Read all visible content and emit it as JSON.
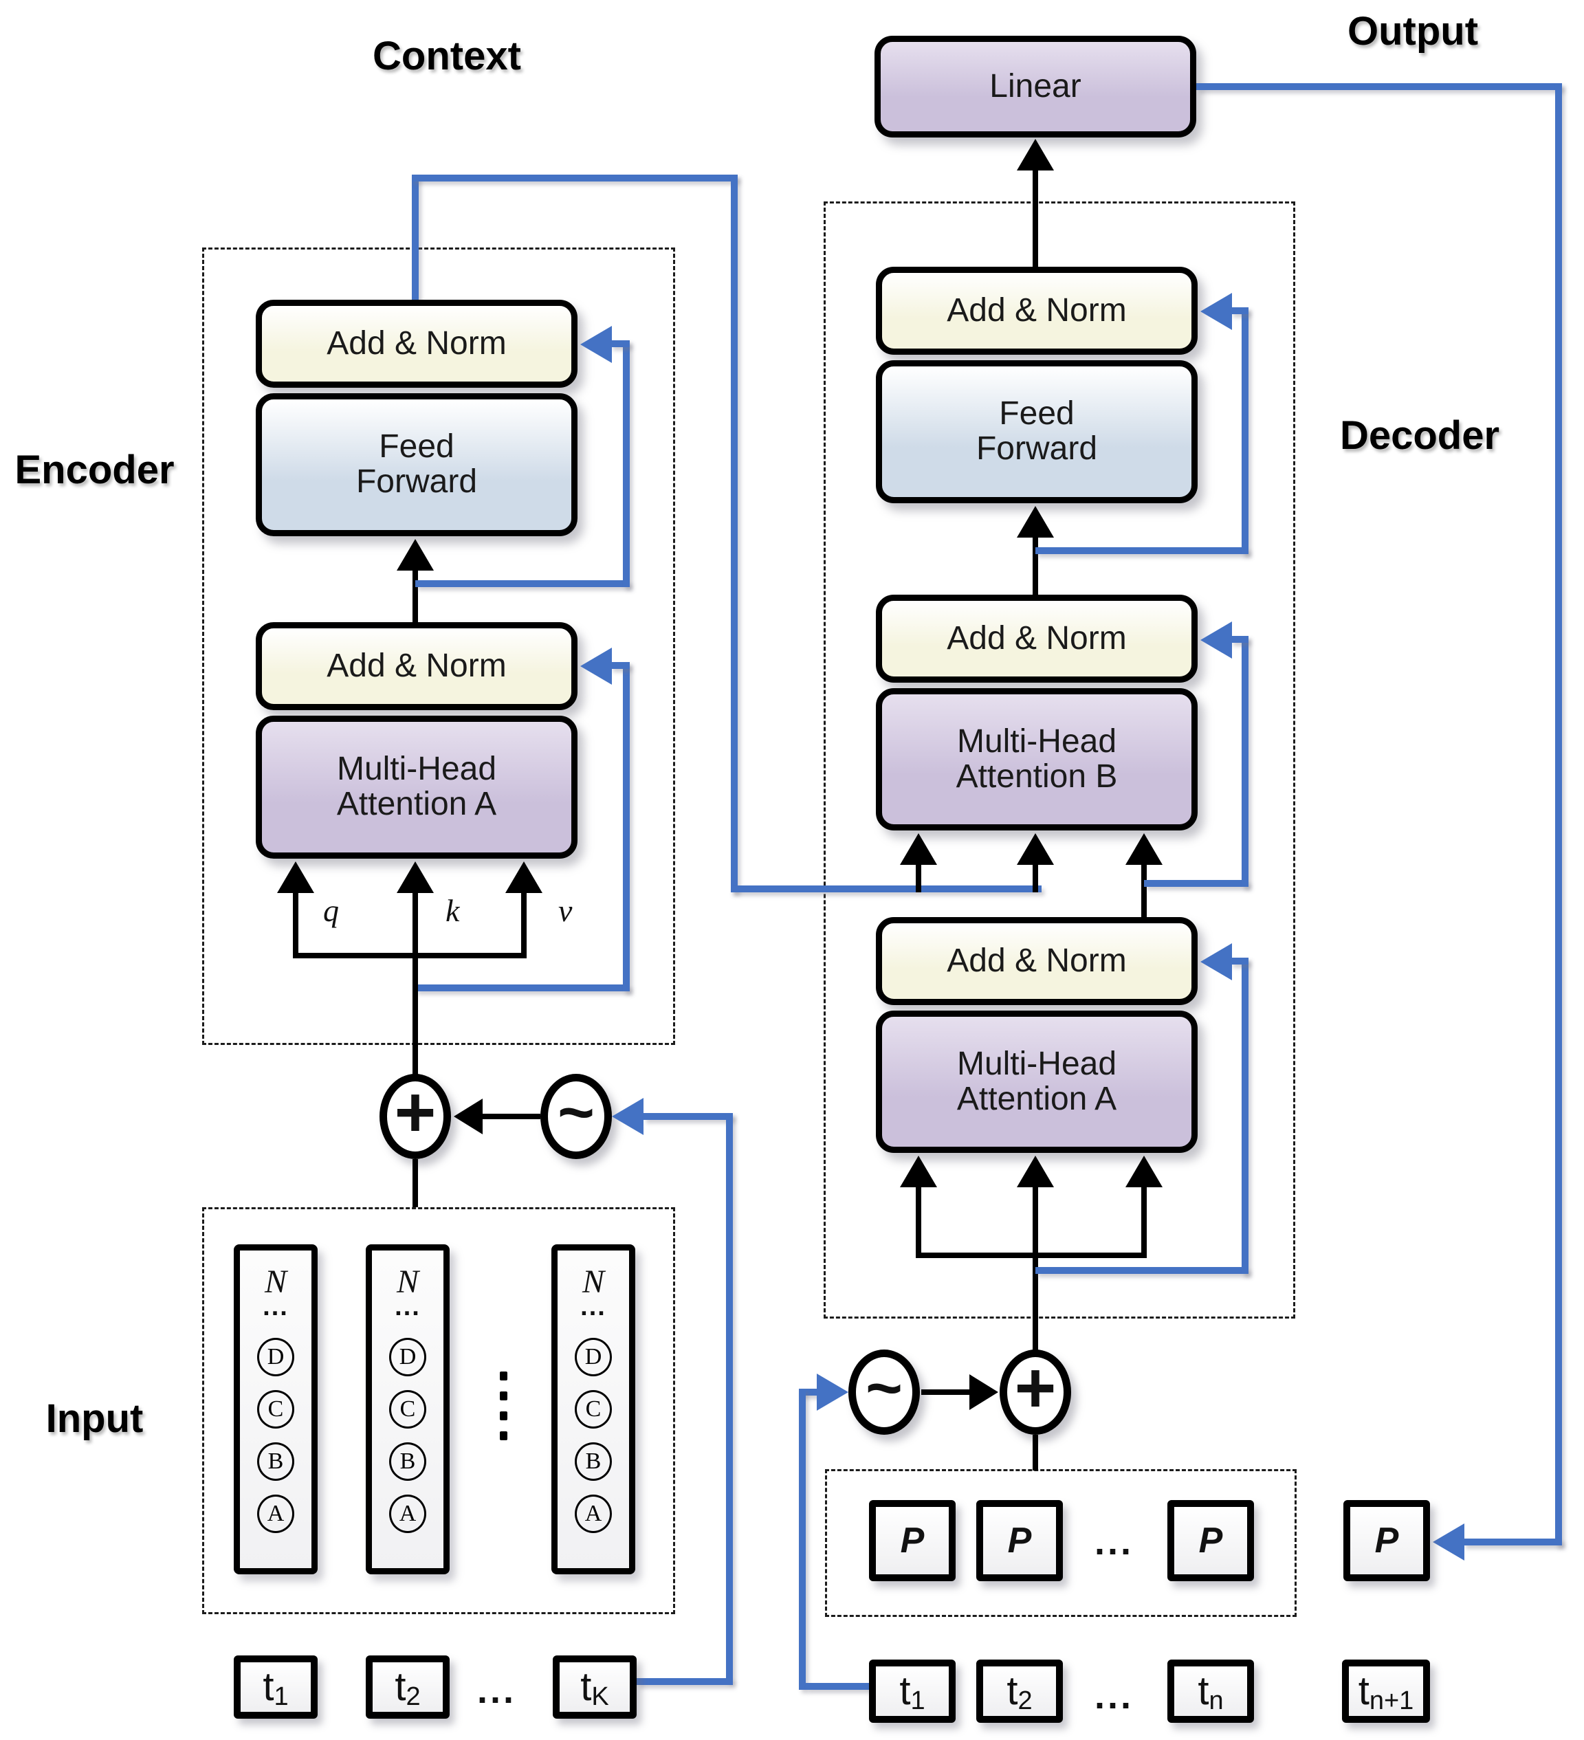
{
  "labels": {
    "context": "Context",
    "encoder": "Encoder",
    "decoder": "Decoder",
    "input": "Input",
    "output": "Output"
  },
  "encoder": {
    "add_norm_top": "Add & Norm",
    "feed_forward": "Feed Forward",
    "add_norm_bottom": "Add & Norm",
    "attention": "Multi-Head Attention A",
    "qkv": {
      "q": "q",
      "k": "k",
      "v": "v"
    },
    "plus_op": "+",
    "wave_op": "~",
    "input_columns": {
      "top_label": "N",
      "dots": "...",
      "letters": [
        "D",
        "C",
        "B",
        "A"
      ],
      "between_ellipsis_dots": 4
    },
    "tokens": [
      {
        "base": "t",
        "sub": "1"
      },
      {
        "base": "t",
        "sub": "2"
      },
      {
        "base": "t",
        "sub": "K"
      }
    ],
    "tokens_ellipsis": "..."
  },
  "decoder": {
    "linear": "Linear",
    "add_norm_top": "Add & Norm",
    "feed_forward": "Feed Forward",
    "add_norm_mid": "Add & Norm",
    "attention_b": "Multi-Head Attention B",
    "add_norm_bottom": "Add & Norm",
    "attention_a": "Multi-Head Attention A",
    "plus_op": "+",
    "wave_op": "~",
    "p_label": "P",
    "p_ellipsis": "...",
    "p_extra_label": "P",
    "tokens": [
      {
        "base": "t",
        "sub": "1"
      },
      {
        "base": "t",
        "sub": "2"
      },
      {
        "base": "t",
        "sub": "n"
      }
    ],
    "token_extra": {
      "base": "t",
      "sub": "n+1"
    },
    "tokens_ellipsis": "..."
  },
  "colors": {
    "accent_blue": "#4472c4",
    "cream_block": "#f5f4df",
    "feed_forward_block": "#cfdbe8",
    "attention_block": "#cbc0db",
    "line_black": "#000000"
  }
}
